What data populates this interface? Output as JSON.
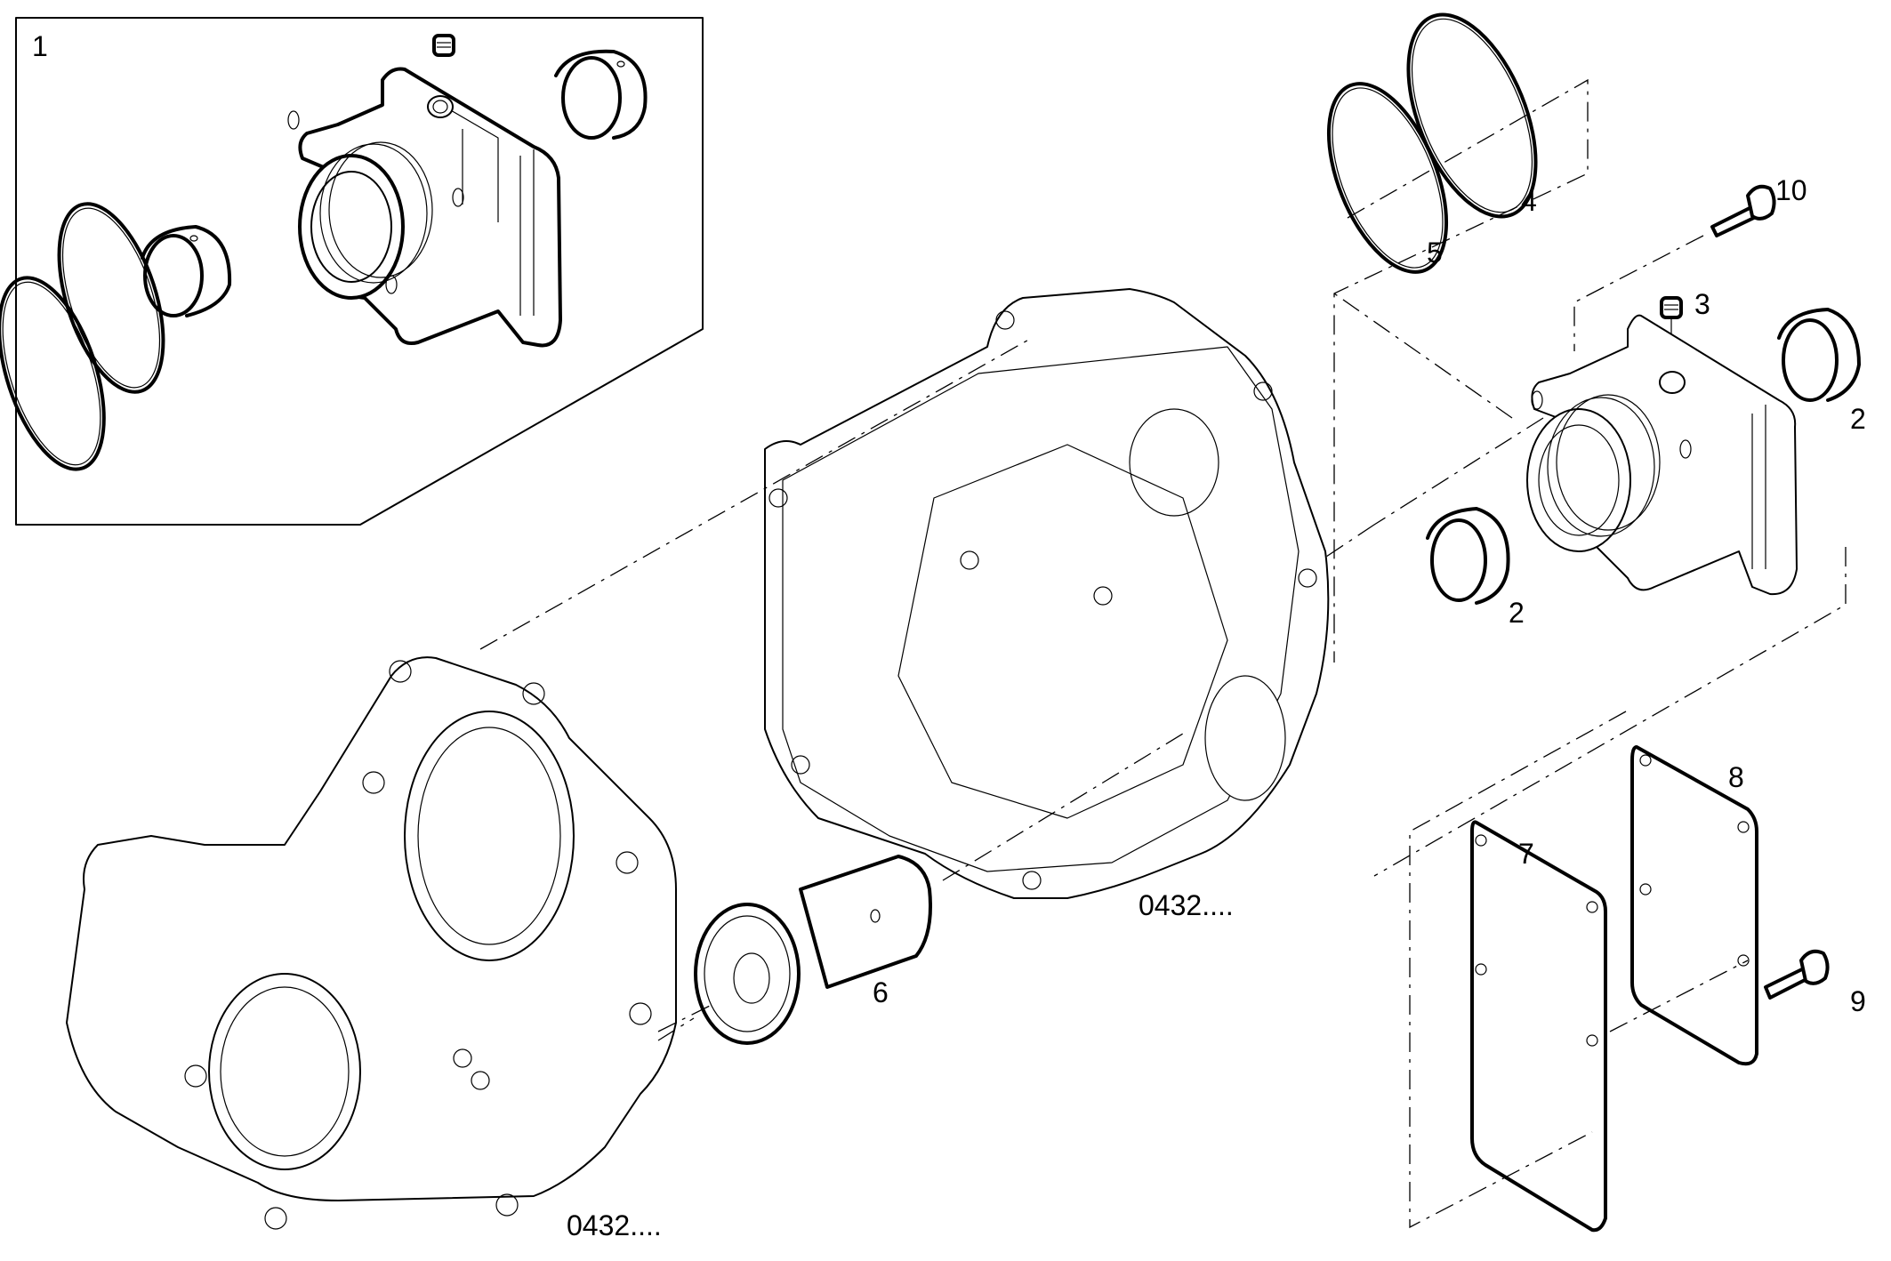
{
  "diagram": {
    "title": "Exploded parts view - gear housing / cover assembly",
    "background_color": "#ffffff",
    "line_color": "#000000",
    "inset_box": {
      "label": "1",
      "description": "Kit assembly inset (housing, bushings, O-rings, plug)"
    },
    "callouts": [
      {
        "id": "1",
        "label": "1",
        "part": "bearing housing kit"
      },
      {
        "id": "2a",
        "label": "2",
        "part": "bushing (rear)"
      },
      {
        "id": "2b",
        "label": "2",
        "part": "bushing (front)"
      },
      {
        "id": "3",
        "label": "3",
        "part": "plug"
      },
      {
        "id": "4",
        "label": "4",
        "part": "O-ring (large)"
      },
      {
        "id": "5",
        "label": "5",
        "part": "O-ring (small)"
      },
      {
        "id": "6",
        "label": "6",
        "part": "gear shaft"
      },
      {
        "id": "7",
        "label": "7",
        "part": "cover plate"
      },
      {
        "id": "8",
        "label": "8",
        "part": "gasket plate"
      },
      {
        "id": "9",
        "label": "9",
        "part": "screw"
      },
      {
        "id": "10",
        "label": "10",
        "part": "screw"
      }
    ],
    "references": [
      {
        "id": "ref-upper",
        "label": "0432....",
        "part": "rear housing (see group 0432)"
      },
      {
        "id": "ref-lower",
        "label": "0432....",
        "part": "front cover housing (see group 0432)"
      }
    ]
  }
}
